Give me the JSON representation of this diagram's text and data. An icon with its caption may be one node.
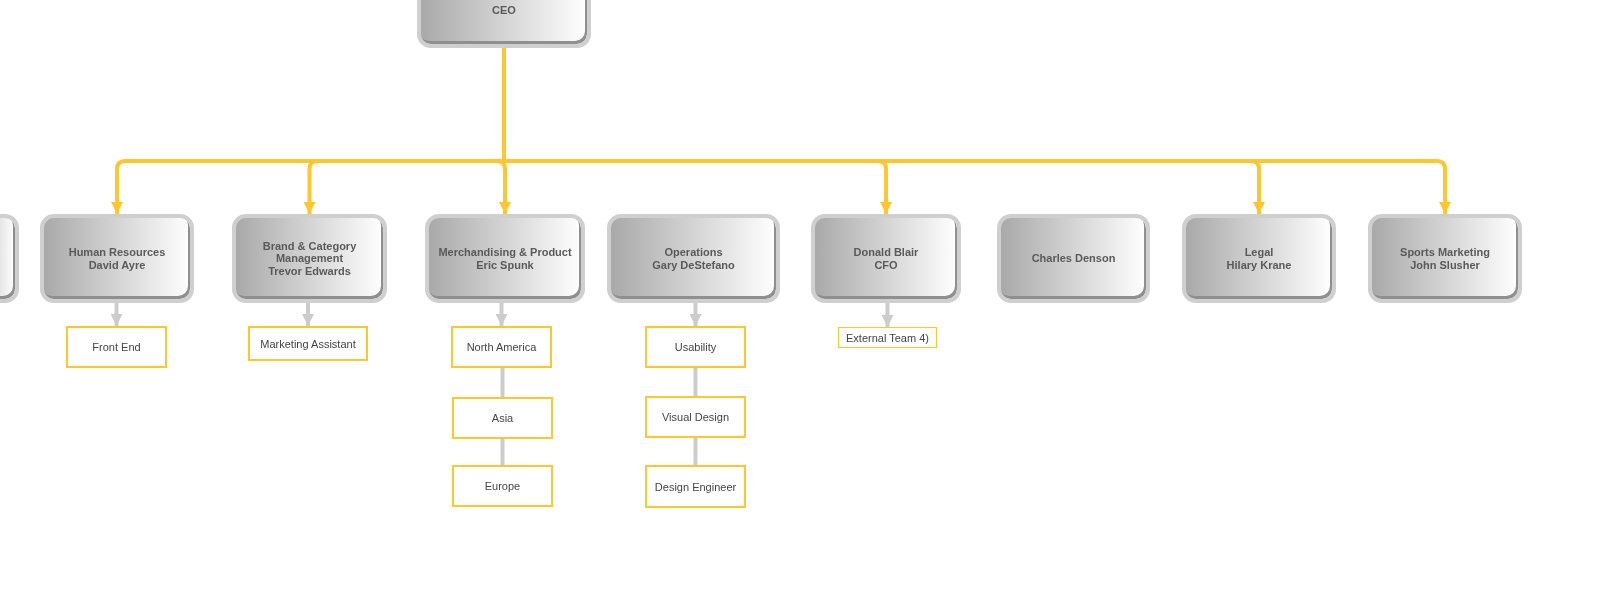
{
  "diagram": {
    "nodes": [
      {
        "text": [
          "CEO"
        ]
      },
      {
        "text": [],
        "shape": "box"
      },
      {
        "text": [
          "Human Resources",
          "David Ayre"
        ]
      },
      {
        "text": [
          "Brand & Category Management",
          "Trevor Edwards"
        ]
      },
      {
        "text": [
          "Merchandising & Product",
          "Eric Spunk"
        ]
      },
      {
        "text": [
          "Operations",
          "Gary DeStefano"
        ]
      },
      {
        "text": [
          "Donald Blair",
          "CFO"
        ]
      },
      {
        "text": [
          "Charles Denson"
        ]
      },
      {
        "text": [
          "Legal",
          "Hilary Krane"
        ]
      },
      {
        "text": [
          "Sports Marketing",
          "John Slusher"
        ]
      },
      {
        "text": [
          "Front End"
        ]
      },
      {
        "text": [
          "Marketing Assistant"
        ]
      },
      {
        "text": [
          "North America"
        ]
      },
      {
        "text": [
          "Asia"
        ]
      },
      {
        "text": [
          "Europe"
        ]
      },
      {
        "text": [
          "Usability"
        ]
      },
      {
        "text": [
          "Visual Design"
        ]
      },
      {
        "text": [
          "Design Engineer"
        ]
      },
      {
        "text": [
          "External Team 4)"
        ]
      }
    ],
    "edges": [
      {
        "from": 0,
        "to": 2,
        "arrow": "to",
        "color": "#ffc62e"
      },
      {
        "from": 0,
        "to": 3,
        "arrow": "to",
        "color": "#ffc62e"
      },
      {
        "from": 0,
        "to": 4,
        "arrow": "to",
        "color": "#ffc62e"
      },
      {
        "from": 0,
        "to": 6,
        "arrow": "to",
        "color": "#ffc62e"
      },
      {
        "from": 0,
        "to": 8,
        "arrow": "to",
        "color": "#ffc62e"
      },
      {
        "from": 0,
        "to": 9,
        "arrow": "to",
        "color": "#ffc62e"
      },
      {
        "from": 2,
        "to": 10,
        "arrow": "to"
      },
      {
        "from": 3,
        "to": 11,
        "arrow": "to"
      },
      {
        "from": 4,
        "to": 12,
        "arrow": "to"
      },
      {
        "from": 12,
        "to": 13,
        "arrow": "none"
      },
      {
        "from": 13,
        "to": 14,
        "arrow": "none"
      },
      {
        "from": 5,
        "to": 15,
        "arrow": "to"
      },
      {
        "from": 15,
        "to": 16,
        "arrow": "none"
      },
      {
        "from": 16,
        "to": 17,
        "arrow": "none"
      },
      {
        "from": 6,
        "to": 18,
        "arrow": "to"
      }
    ]
  }
}
